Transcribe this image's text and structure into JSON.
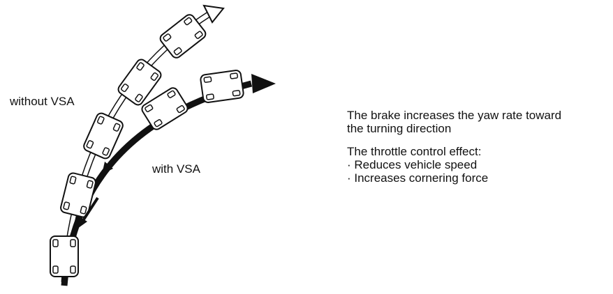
{
  "labels": {
    "without_vsa": "without VSA",
    "with_vsa": "with VSA"
  },
  "notes": {
    "brake_line1": "The brake increases the yaw rate toward",
    "brake_line2": "the turning direction",
    "throttle_heading": "The throttle control effect:",
    "throttle_items": [
      "· Reduces vehicle speed",
      "· Increases cornering force"
    ]
  },
  "colors": {
    "ink": "#111111",
    "paper": "#ffffff"
  }
}
